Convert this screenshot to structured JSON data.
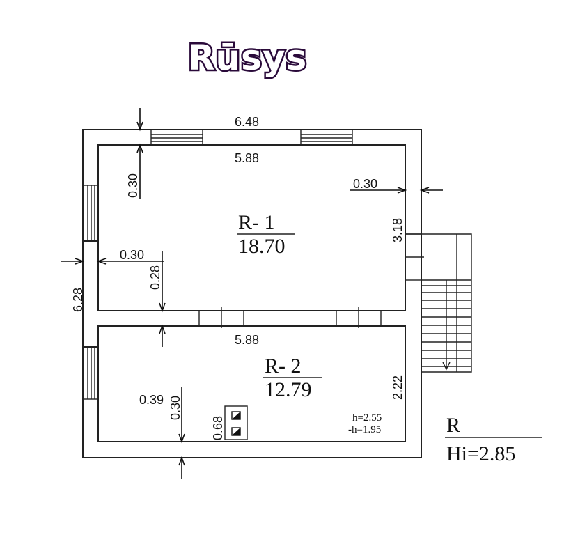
{
  "title": "Rūsys",
  "dimensions": {
    "outer_width": "6.48",
    "inner_width_top": "5.88",
    "inner_width_bottom": "5.88",
    "wall_top": "0.30",
    "wall_right": "0.30",
    "wall_left": "0.30",
    "partition": "0.28",
    "outer_height": "6.28",
    "room1_height": "3.18",
    "room2_height": "2.22",
    "wall_bottom_a": "0.39",
    "wall_bottom_b": "0.30",
    "stove": "0.68"
  },
  "rooms": [
    {
      "name": "R- 1",
      "area": "18.70"
    },
    {
      "name": "R- 2",
      "area": "12.79"
    }
  ],
  "heights": {
    "h": "h=2.55",
    "neg_h": "-h=1.95"
  },
  "legend": {
    "label": "R",
    "value": "Hi=2.85"
  },
  "colors": {
    "line": "#222222",
    "title_outline": "#2a0a3a"
  }
}
